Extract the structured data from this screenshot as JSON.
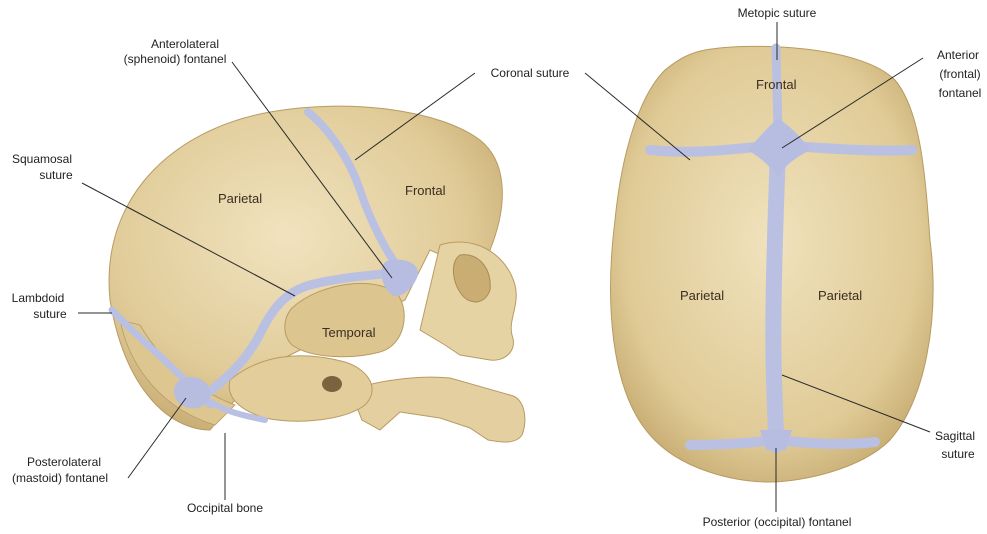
{
  "labels": {
    "anterolateral_1": "Anterolateral",
    "anterolateral_2": "(sphenoid) fontanel",
    "coronal": "Coronal suture",
    "squamosal_1": "Squamosal",
    "squamosal_2": "suture",
    "lambdoid_1": "Lambdoid",
    "lambdoid_2": "suture",
    "posterolateral_1": "Posterolateral",
    "posterolateral_2": "(mastoid) fontanel",
    "occipital_bone": "Occipital bone",
    "metopic": "Metopic suture",
    "anterior_1": "Anterior",
    "anterior_2": "(frontal)",
    "anterior_3": "fontanel",
    "sagittal_1": "Sagittal",
    "sagittal_2": "suture",
    "posterior": "Posterior (occipital) fontanel"
  },
  "regions": {
    "lateral_parietal": "Parietal",
    "lateral_frontal": "Frontal",
    "lateral_temporal": "Temporal",
    "top_frontal": "Frontal",
    "top_parietal_left": "Parietal",
    "top_parietal_right": "Parietal"
  },
  "colors": {
    "bone": "#e4d2a6",
    "bone_shadow": "#c9b07a",
    "suture": "#b8bfe0",
    "leader": "#2a2a2a"
  }
}
